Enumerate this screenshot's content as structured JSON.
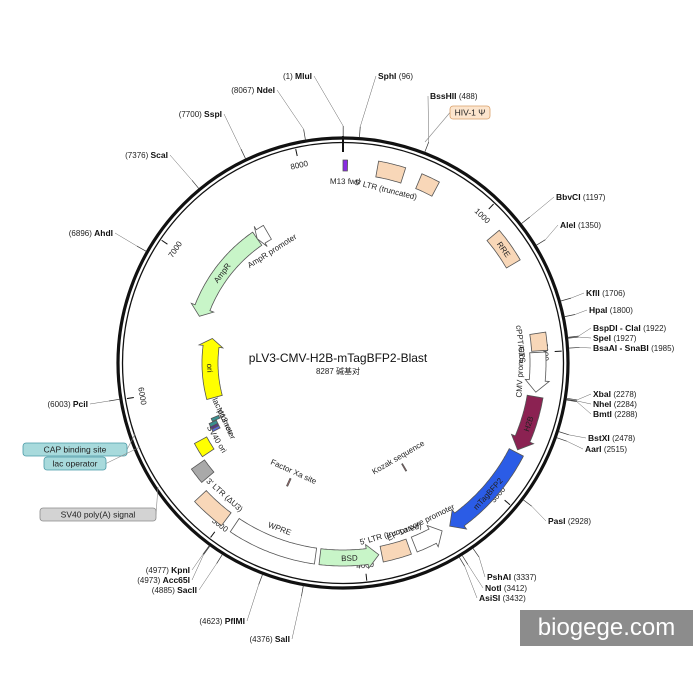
{
  "plasmid": {
    "name": "pLV3-CMV-H2B-mTagBFP2-Blast",
    "size_label": "8287 碱基对",
    "length_bp": 8287
  },
  "tick_labels": [
    {
      "bp": 1000,
      "text": "1000"
    },
    {
      "bp": 2000,
      "text": "2000"
    },
    {
      "bp": 3000,
      "text": "3000"
    },
    {
      "bp": 4000,
      "text": "4000"
    },
    {
      "bp": 5000,
      "text": "5000"
    },
    {
      "bp": 6000,
      "text": "6000"
    },
    {
      "bp": 7000,
      "text": "7000"
    },
    {
      "bp": 8000,
      "text": "8000"
    }
  ],
  "sites": [
    {
      "name": "MluI",
      "pos_text": "(1)",
      "bp": 1
    },
    {
      "name": "SphI",
      "pos_text": "(96)",
      "bp": 96
    },
    {
      "name": "BssHII",
      "pos_text": "(488)",
      "bp": 488
    },
    {
      "name": "BbvCI",
      "pos_text": "(1197)",
      "bp": 1197
    },
    {
      "name": "AleI",
      "pos_text": "(1350)",
      "bp": 1350
    },
    {
      "name": "KflI",
      "pos_text": "(1706)",
      "bp": 1706
    },
    {
      "name": "HpaI",
      "pos_text": "(1800)",
      "bp": 1800
    },
    {
      "name": "BspDI - ClaI",
      "pos_text": "(1922)",
      "bp": 1922
    },
    {
      "name": "SpeI",
      "pos_text": "(1927)",
      "bp": 1927
    },
    {
      "name": "BsaAI - SnaBI",
      "pos_text": "(1985)",
      "bp": 1985
    },
    {
      "name": "XbaI",
      "pos_text": "(2278)",
      "bp": 2278
    },
    {
      "name": "NheI",
      "pos_text": "(2284)",
      "bp": 2284
    },
    {
      "name": "BmtI",
      "pos_text": "(2288)",
      "bp": 2288
    },
    {
      "name": "BstXI",
      "pos_text": "(2478)",
      "bp": 2478
    },
    {
      "name": "AarI",
      "pos_text": "(2515)",
      "bp": 2515
    },
    {
      "name": "PasI",
      "pos_text": "(2928)",
      "bp": 2928
    },
    {
      "name": "PshAI",
      "pos_text": "(3337)",
      "bp": 3337
    },
    {
      "name": "NotI",
      "pos_text": "(3412)",
      "bp": 3412
    },
    {
      "name": "AsiSI",
      "pos_text": "(3432)",
      "bp": 3432
    },
    {
      "name": "SalI",
      "pos_text": "(4376)",
      "bp": 4376
    },
    {
      "name": "PflMI",
      "pos_text": "(4623)",
      "bp": 4623
    },
    {
      "name": "SacII",
      "pos_text": "(4885)",
      "bp": 4885
    },
    {
      "name": "Acc65I",
      "pos_text": "(4973)",
      "bp": 4973
    },
    {
      "name": "KpnI",
      "pos_text": "(4977)",
      "bp": 4977
    },
    {
      "name": "PciI",
      "pos_text": "(6003)",
      "bp": 6003
    },
    {
      "name": "AhdI",
      "pos_text": "(6896)",
      "bp": 6896
    },
    {
      "name": "ScaI",
      "pos_text": "(7376)",
      "bp": 7376
    },
    {
      "name": "SspI",
      "pos_text": "(7700)",
      "bp": 7700
    },
    {
      "name": "NdeI",
      "pos_text": "(8067)",
      "bp": 8067
    }
  ],
  "features": [
    {
      "id": "m13fwd",
      "label": "M13 fwd",
      "start": 0,
      "end": 30,
      "color": "#8a2be2"
    },
    {
      "id": "ltr5",
      "label": "5' LTR (truncated)",
      "start": 230,
      "end": 410,
      "color": "#f8d7b8"
    },
    {
      "id": "hiv",
      "label": "HIV-1 Ψ",
      "start": 521,
      "end": 646,
      "color": "#f8d7b8"
    },
    {
      "id": "rre",
      "label": "RRE",
      "start": 1143,
      "end": 1377,
      "color": "#f8d7b8"
    },
    {
      "id": "cppt",
      "label": "cPPT/CTS",
      "start": 1872,
      "end": 1990,
      "color": "#f8d7b8"
    },
    {
      "id": "cmv",
      "label": "CMV promoter",
      "start": 2000,
      "end": 2270,
      "color": "#ffffff"
    },
    {
      "id": "h2b",
      "label": "H2B",
      "start": 2300,
      "end": 2680,
      "color": "#8b2252"
    },
    {
      "id": "bfp",
      "label": "mTagBFP2",
      "start": 2700,
      "end": 3380,
      "color": "#2b5ce6"
    },
    {
      "id": "ef1a",
      "label": "EF-1α core promoter",
      "start": 3440,
      "end": 3650,
      "color": "#ffffff"
    },
    {
      "id": "ltr5b",
      "label": "5' LTR (truncated)",
      "start": 3690,
      "end": 3880,
      "color": "#f8d7b8"
    },
    {
      "id": "bsd",
      "label": "BSD",
      "start": 3900,
      "end": 4300,
      "color": "#c8f5c8"
    },
    {
      "id": "wpre",
      "label": "WPRE",
      "start": 4330,
      "end": 4920,
      "color": "#ffffff"
    },
    {
      "id": "ltr3",
      "label": "3' LTR (ΔU3)",
      "start": 4990,
      "end": 5225,
      "color": "#f8d7b8"
    },
    {
      "id": "sv40pa",
      "label": "SV40 poly(A) signal",
      "start": 5290,
      "end": 5410,
      "color": "#a9a9a9"
    },
    {
      "id": "sv40ori",
      "label": "SV40 ori",
      "start": 5440,
      "end": 5560,
      "color": "#ffff00"
    },
    {
      "id": "lacop",
      "label": "lac operator",
      "start": 5575,
      "end": 5598,
      "color": "#5b6bd8"
    },
    {
      "id": "m13rev",
      "label": "M13 rev",
      "start": 5603,
      "end": 5620,
      "color": "#5a2a9a"
    },
    {
      "id": "lacpro",
      "label": "lac promoter",
      "start": 5623,
      "end": 5655,
      "color": "#3a9090"
    },
    {
      "id": "cap",
      "label": "CAP binding site",
      "start": 5660,
      "end": 5690,
      "color": "#3a9090"
    },
    {
      "id": "ori",
      "label": "ori",
      "start": 5870,
      "end": 6460,
      "color": "#ffff00"
    },
    {
      "id": "ampr",
      "label": "AmpR",
      "start": 6630,
      "end": 7490,
      "color": "#c8f5c8"
    },
    {
      "id": "amppro",
      "label": "AmpR promoter",
      "start": 7490,
      "end": 7595,
      "color": "#ffffff"
    },
    {
      "id": "factorxa",
      "label": "Factor Xa site",
      "start": 4700,
      "end": 4712,
      "color": "#d07070"
    },
    {
      "id": "kozak",
      "label": "Kozak sequence",
      "start": 3440,
      "end": 3450,
      "color": "#d07070"
    }
  ],
  "callouts": [
    {
      "id": "hiv-tag",
      "text": "HIV-1 Ψ",
      "color": "#fce5cd",
      "border": "#d9a06a"
    },
    {
      "id": "cap-tag",
      "text": "CAP binding site",
      "color": "#a8dadc",
      "border": "#4a9aa6"
    },
    {
      "id": "lacop-tag",
      "text": "lac operator",
      "color": "#a8dadc",
      "border": "#4a9aa6"
    },
    {
      "id": "sv40pa-tag",
      "text": "SV40 poly(A) signal",
      "color": "#d3d3d3",
      "border": "#8a8a8a"
    }
  ],
  "watermark": "biogege.com"
}
